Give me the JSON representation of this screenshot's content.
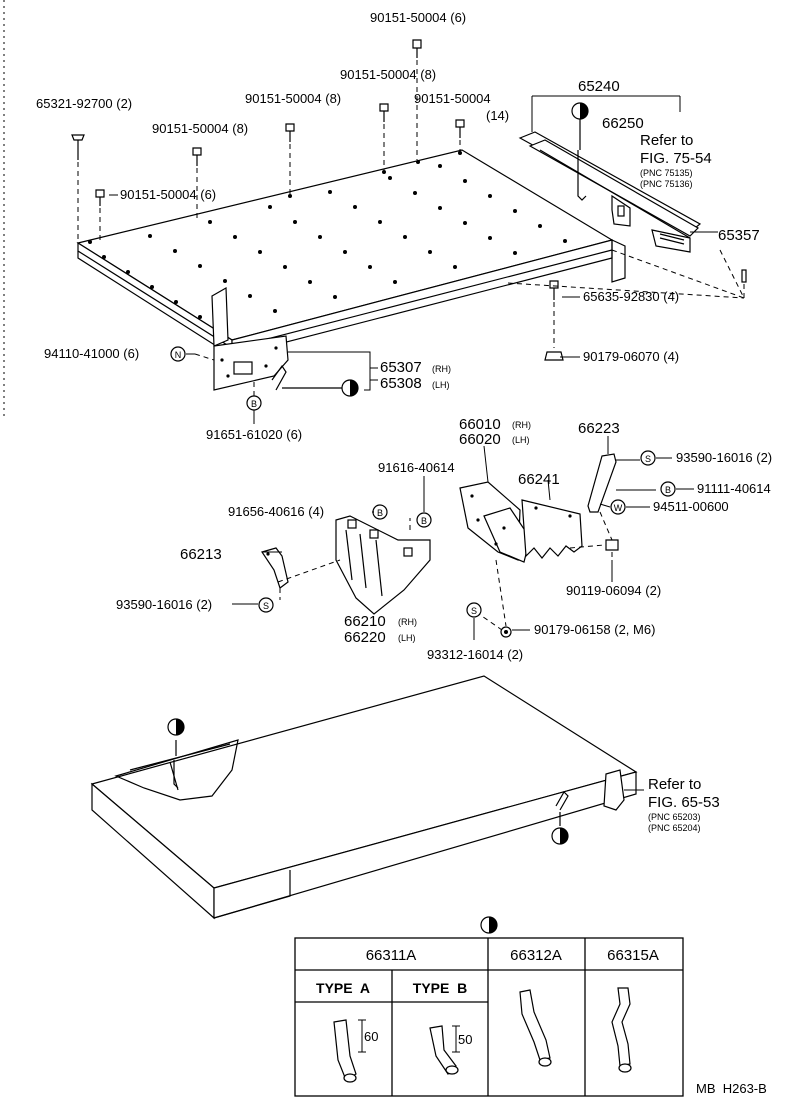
{
  "parts": {
    "p65321": "65321-92700 (2)",
    "p90151_top": "90151-50004 (6)",
    "p90151_mid": "90151-50004 (8)",
    "p90151_left": "90151-50004 (8)",
    "p90151_left2": "90151-50004 (8)",
    "p90151_14": "90151-50004",
    "p90151_14_qty": "(14)",
    "p90151_6b": "90151-50004 (6)",
    "p65240": "65240",
    "p66250": "66250",
    "p65357": "65357",
    "p65635": "65635-92830 (4)",
    "p90179_06070": "90179-06070 (4)",
    "p94110": "94110-41000 (6)",
    "p65307": "65307",
    "p65307_side": "(RH)",
    "p65308": "65308",
    "p65308_side": "(LH)",
    "p91651": "91651-61020 (6)",
    "p66010": "66010",
    "p66010_side": "(RH)",
    "p66020": "66020",
    "p66020_side": "(LH)",
    "p66223": "66223",
    "p93590_a": "93590-16016 (2)",
    "p91616": "91616-40614",
    "p66241": "66241",
    "p91111": "91111-40614",
    "p91656": "91656-40616 (4)",
    "p94511": "94511-00600",
    "p66213": "66213",
    "p90119": "90119-06094 (2)",
    "p93590_b": "93590-16016 (2)",
    "p66210": "66210",
    "p66210_side": "(RH)",
    "p66220": "66220",
    "p66220_side": "(LH)",
    "p90179_06158": "90179-06158 (2, M6)",
    "p93312": "93312-16014 (2)"
  },
  "refs": {
    "ref1_line1": "Refer to",
    "ref1_line2": "FIG. 75-54",
    "ref1_pnc1": "(PNC 75135)",
    "ref1_pnc2": "(PNC 75136)",
    "ref2_line1": "Refer to",
    "ref2_line2": "FIG. 65-53",
    "ref2_pnc1": "(PNC 65203)",
    "ref2_pnc2": "(PNC 65204)"
  },
  "symbols": {
    "N": "N",
    "B": "B",
    "S": "S",
    "W": "W"
  },
  "table": {
    "col1_header": "66311A",
    "col2_header": "66312A",
    "col3_header": "66315A",
    "type_a": "TYPE  A",
    "type_b": "TYPE  B",
    "dim_a": "60",
    "dim_b": "50"
  },
  "footer": {
    "code": "MB  H263-B"
  }
}
